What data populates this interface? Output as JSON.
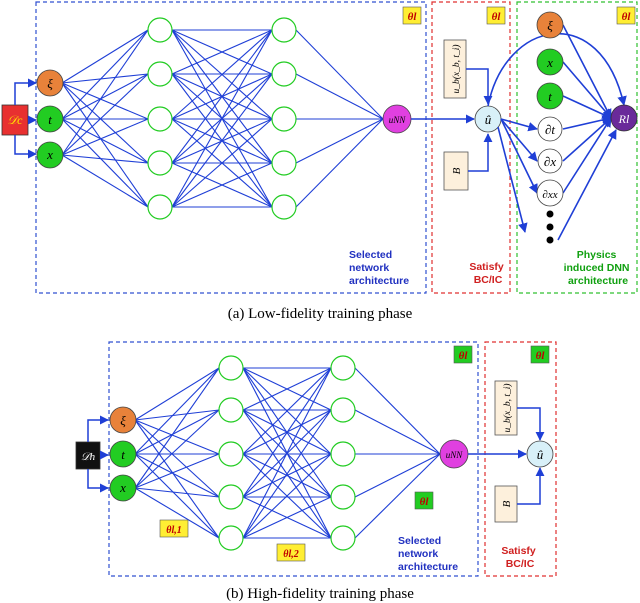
{
  "captions": {
    "a": "(a)  Low-fidelity training phase",
    "b": "(b)  High-fidelity training phase"
  },
  "panel_a": {
    "input_source": "𝒟c",
    "inputs": [
      "ξ",
      "t",
      "x"
    ],
    "output_node": "uNN",
    "theta_main": "θl",
    "theta_bc": "θl",
    "theta_phys": "θl",
    "bc_top": "u_b(x_b, t_i)",
    "bc_bottom": "B",
    "hat_u": "û",
    "phys_nodes": [
      "ξ",
      "x",
      "t",
      "∂t",
      "∂x",
      "∂xx"
    ],
    "residual": "Rl",
    "label_network": [
      "Selected",
      "network",
      "architecture"
    ],
    "label_bc": [
      "Satisfy",
      "BC/IC"
    ],
    "label_phys": [
      "Physics",
      "induced DNN",
      "architecture"
    ]
  },
  "panel_b": {
    "input_source": "𝒟h",
    "inputs": [
      "ξ",
      "t",
      "x"
    ],
    "output_node": "uNN",
    "theta_main": "θl",
    "theta_bc": "θl",
    "theta_mid": "θl",
    "theta_l1": "θl,1",
    "theta_l2": "θl,2",
    "bc_top": "u_b(x_b, t_i)",
    "bc_bottom": "B",
    "hat_u": "û",
    "label_network": [
      "Selected",
      "network",
      "architecture"
    ],
    "label_bc": [
      "Satisfy",
      "BC/IC"
    ]
  },
  "colors": {
    "edge": "#1f3fd6",
    "node_stroke": "#22cc22",
    "xi_fill": "#e8823a",
    "t_fill": "#22cc22",
    "x_fill": "#22cc22",
    "unn_fill": "#e040e0",
    "residual_fill": "#6a2a9a",
    "hat_fill": "#d8f0f8",
    "dc_fill": "#e83030",
    "dh_fill": "#111111",
    "bc_fill": "#fdf0dc",
    "blue_dash": "#3050d0",
    "red_dash": "#e03030",
    "green_dash": "#30c030",
    "network_label": "#2030c0",
    "bc_label": "#d02020",
    "phys_label": "#10a010",
    "theta_box": "#ffee33",
    "theta_box_green": "#22cc22"
  }
}
